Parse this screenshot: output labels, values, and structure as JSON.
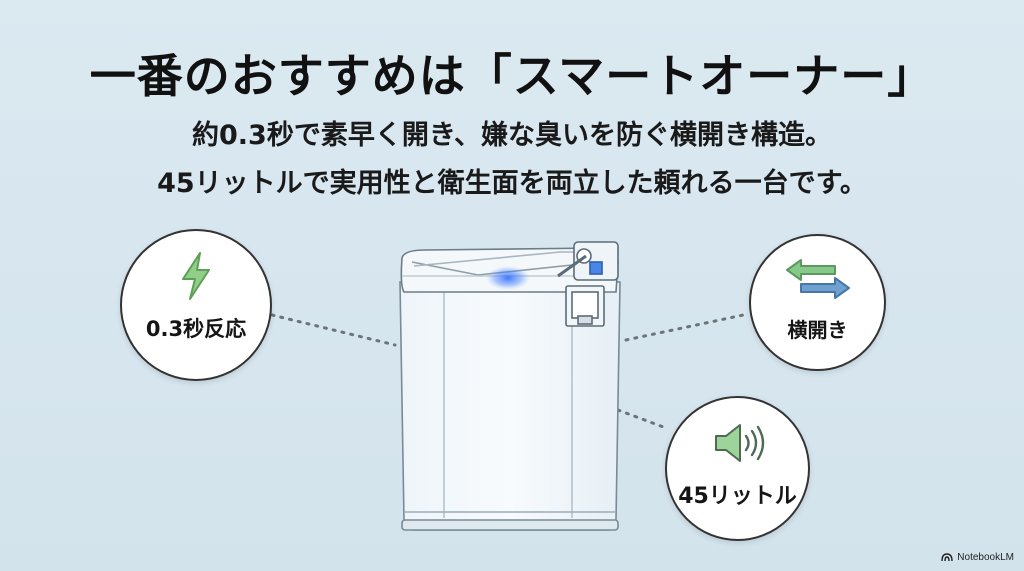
{
  "slide": {
    "title": "一番のおすすめは「スマートオーナー」",
    "subtitle_line1": "約0.3秒で素早く開き、嫌な臭いを防ぐ横開き構造。",
    "subtitle_line2": "45リットルで実用性と衛生面を両立した頼れる一台です。"
  },
  "features": [
    {
      "label": "0.3秒反応",
      "icon": "lightning-icon"
    },
    {
      "label": "横開き",
      "icon": "side-arrows-icon"
    },
    {
      "label": "45リットル",
      "icon": "speaker-icon"
    }
  ],
  "watermark": {
    "text": "NotebookLM"
  },
  "colors": {
    "background": "#d7e6ef",
    "accent_green": "#7bbf7b",
    "accent_blue": "#5a8ec0",
    "sensor_blue": "#2f6bff"
  }
}
